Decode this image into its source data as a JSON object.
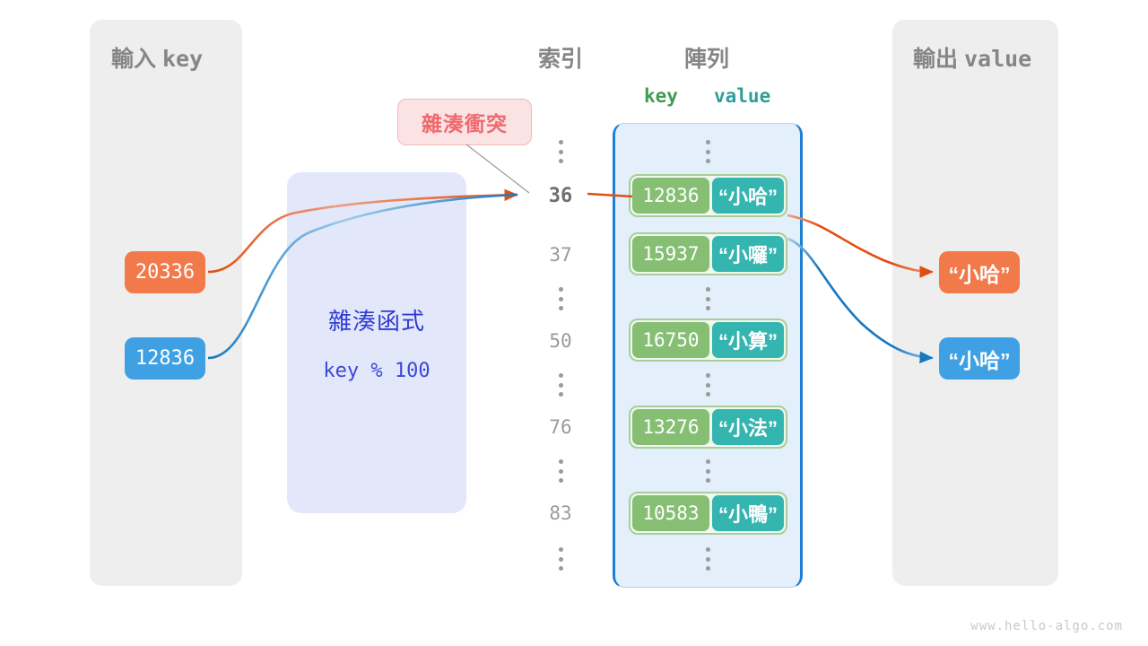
{
  "watermark": "www.hello-algo.com",
  "panels": {
    "input": {
      "cjk": "輸入",
      "mono": "key"
    },
    "output": {
      "cjk": "輸出",
      "mono": "value"
    }
  },
  "headings": {
    "index": "索引",
    "array": "陣列",
    "key": "key",
    "value": "value"
  },
  "colors": {
    "orange": "#f2794a",
    "orange_edge": "#e04f12",
    "blue": "#3fa0e4",
    "blue_edge": "#1878c0",
    "key_green": "#86bf74",
    "value_teal": "#35b5b0",
    "bucket_border": "#a8cf9a",
    "array_fill": "#e3effa",
    "array_border": "#1f7fd4",
    "hash_fill": "#e3e7fa",
    "hash_text": "#2f3cd4",
    "collision_fill": "#fbe2e3",
    "collision_text": "#ef6a6f",
    "panel_fill": "#eeeeee",
    "heading_gray": "#868686"
  },
  "collision": {
    "label": "雜湊衝突"
  },
  "hash_function": {
    "title": "雜湊函式",
    "formula": "key % 100"
  },
  "inputs": [
    {
      "value": "20336",
      "color": "orange"
    },
    {
      "value": "12836",
      "color": "blue"
    }
  ],
  "outputs": [
    {
      "value": "“小哈”",
      "color": "orange"
    },
    {
      "value": "“小哈”",
      "color": "blue"
    }
  ],
  "index_column": [
    {
      "type": "dots"
    },
    {
      "type": "num",
      "label": "36",
      "active": true
    },
    {
      "type": "num",
      "label": "37",
      "active": false
    },
    {
      "type": "dots"
    },
    {
      "type": "num",
      "label": "50",
      "active": false
    },
    {
      "type": "dots"
    },
    {
      "type": "num",
      "label": "76",
      "active": false
    },
    {
      "type": "dots"
    },
    {
      "type": "num",
      "label": "83",
      "active": false
    },
    {
      "type": "dots"
    }
  ],
  "buckets": [
    {
      "index": "36",
      "key": "12836",
      "value": "“小哈”"
    },
    {
      "index": "37",
      "key": "15937",
      "value": "“小囉”"
    },
    {
      "index": "50",
      "key": "16750",
      "value": "“小算”"
    },
    {
      "index": "76",
      "key": "13276",
      "value": "“小法”"
    },
    {
      "index": "83",
      "key": "10583",
      "value": "“小鴨”"
    }
  ]
}
